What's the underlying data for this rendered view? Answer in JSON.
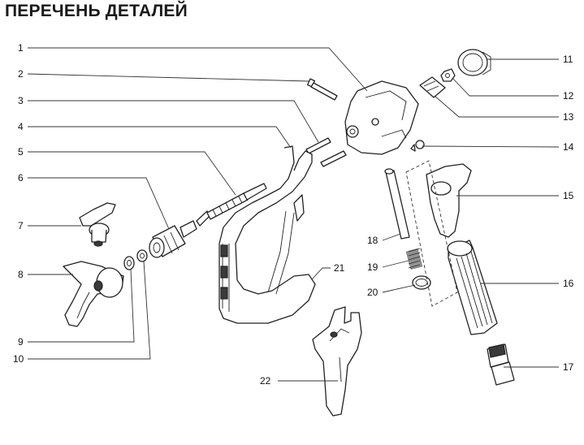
{
  "title": "ПЕРЕЧЕНЬ ДЕТАЛЕЙ",
  "labels": {
    "l1": "1",
    "l2": "2",
    "l3": "3",
    "l4": "4",
    "l5": "5",
    "l6": "6",
    "l7": "7",
    "l8": "8",
    "l9": "9",
    "l10": "10",
    "l11": "11",
    "l12": "12",
    "l13": "13",
    "l14": "14",
    "l15": "15",
    "l16": "16",
    "l17": "17",
    "l18": "18",
    "l19": "19",
    "l20": "20",
    "l21": "21",
    "l22": "22"
  },
  "colors": {
    "line": "#333333",
    "part_fill": "#ffffff",
    "dark": "#3a3a3a",
    "text": "#111111"
  }
}
